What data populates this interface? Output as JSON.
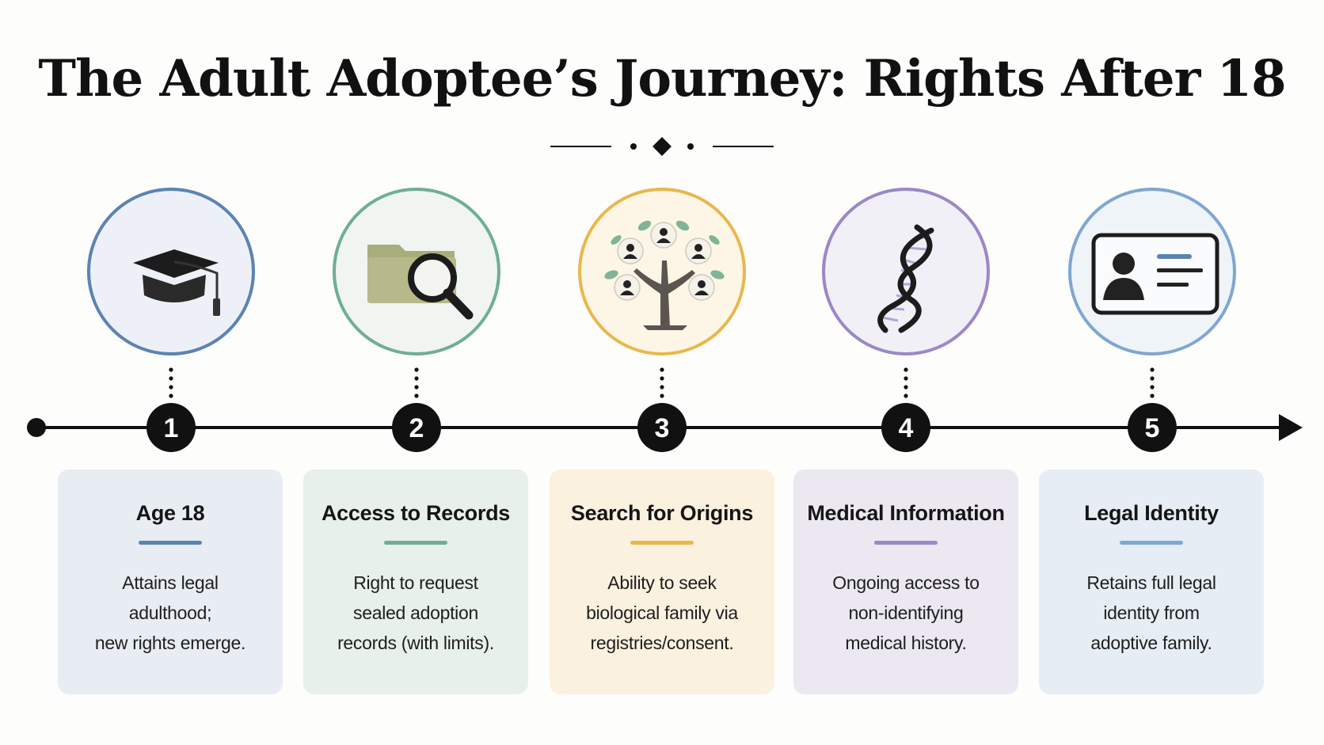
{
  "title": "The Adult Adoptee’s Journey: Rights After 18",
  "colors": {
    "accent_blue": "#5b84b1",
    "accent_green": "#6fae95",
    "accent_yellow": "#e8b84d",
    "accent_purple": "#9b88c4",
    "accent_lightblue": "#7fa7cf"
  },
  "steps": [
    {
      "number": "1",
      "title": "Age 18",
      "description": [
        "Attains legal",
        "adulthood;",
        "new rights emerge."
      ],
      "icon": "graduation-cap-icon",
      "accent": "#5b84b1",
      "circle_fill": "#edf1f7",
      "card_fill": "#e8ecf3"
    },
    {
      "number": "2",
      "title": "Access to Records",
      "description": [
        "Right to request",
        "sealed adoption",
        "records (with limits)."
      ],
      "icon": "folder-search-icon",
      "accent": "#6fae95",
      "circle_fill": "#f0f5f1",
      "card_fill": "#e8f0ea"
    },
    {
      "number": "3",
      "title": "Search for Origins",
      "description": [
        "Ability to seek",
        "biological family via",
        "registries/consent."
      ],
      "icon": "family-tree-icon",
      "accent": "#e8b84d",
      "circle_fill": "#fdf6e6",
      "card_fill": "#fbf1df"
    },
    {
      "number": "4",
      "title": "Medical Information",
      "description": [
        "Ongoing access to",
        "non-identifying",
        "medical history."
      ],
      "icon": "dna-helix-icon",
      "accent": "#9b88c4",
      "circle_fill": "#f2f0f7",
      "card_fill": "#ebe8f2"
    },
    {
      "number": "5",
      "title": "Legal Identity",
      "description": [
        "Retains full legal",
        "identity from",
        "adoptive family."
      ],
      "icon": "id-card-icon",
      "accent": "#7fa7cf",
      "circle_fill": "#eff4f9",
      "card_fill": "#e7edf4"
    }
  ]
}
